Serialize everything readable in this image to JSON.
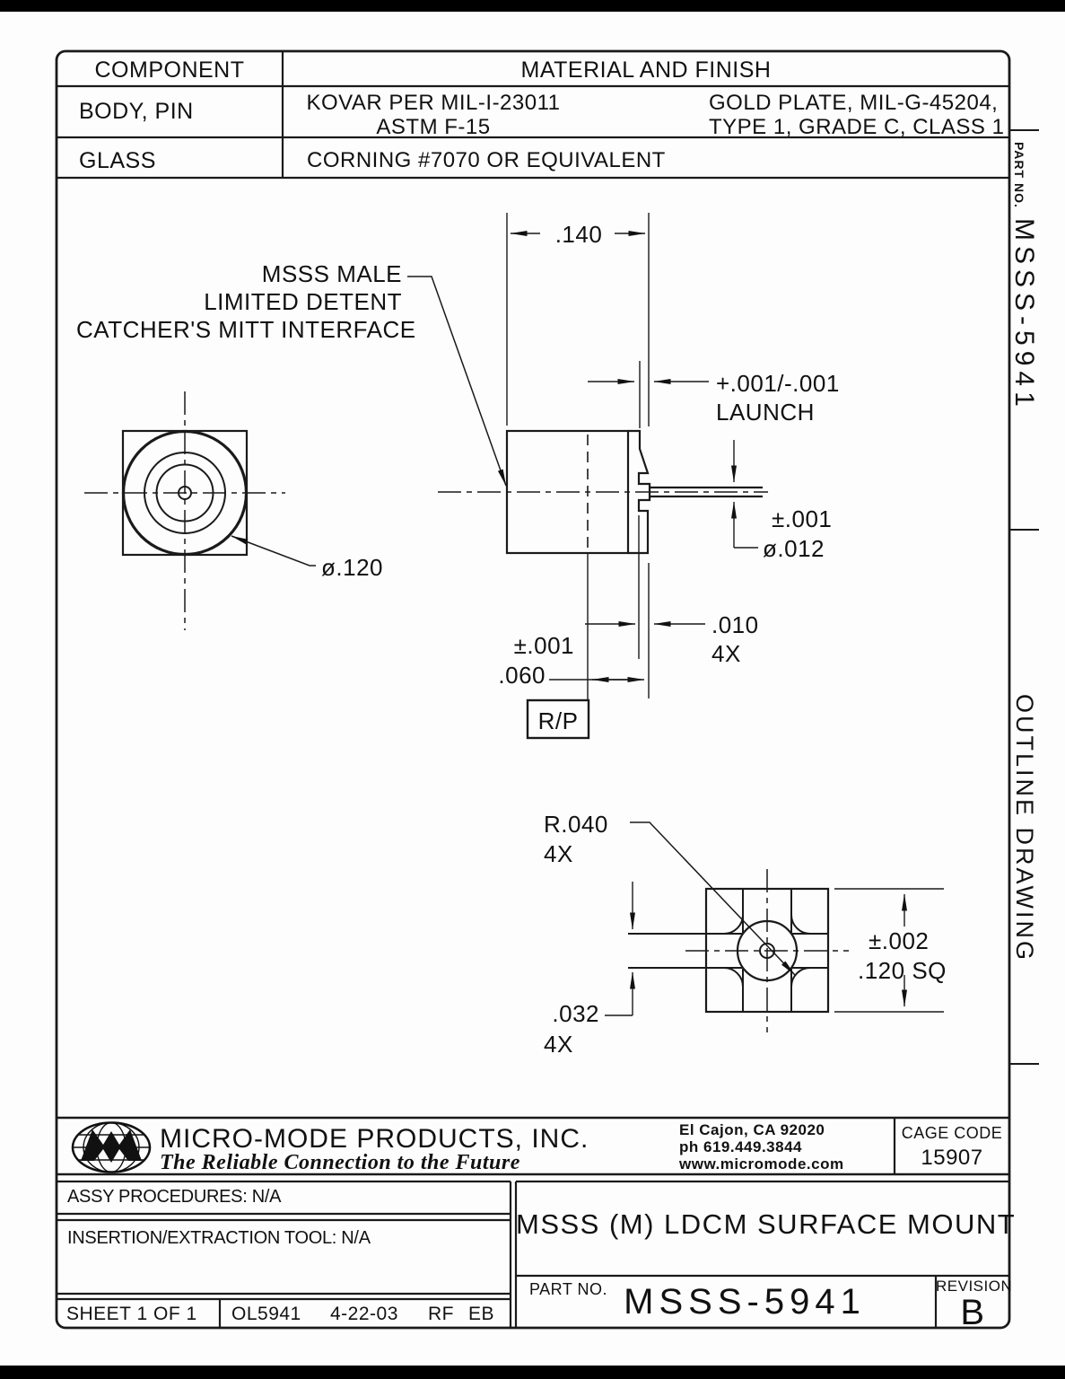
{
  "materials_table": {
    "component_header": "COMPONENT",
    "material_header": "MATERIAL AND FINISH",
    "rows": [
      {
        "component": "BODY, PIN",
        "material_a1": "KOVAR PER MIL-I-23011",
        "material_a2": "ASTM F-15",
        "material_b1": "GOLD PLATE, MIL-G-45204,",
        "material_b2": "TYPE 1, GRADE C, CLASS 1"
      },
      {
        "component": "GLASS",
        "material": "CORNING #7070 OR EQUIVALENT"
      }
    ]
  },
  "drawing": {
    "callout_line1": "MSSS MALE",
    "callout_line2": "LIMITED DETENT",
    "callout_line3": "CATCHER'S MITT INTERFACE",
    "dim_width": ".140",
    "launch_tol": "+.001/-.001",
    "launch_label": "LAUNCH",
    "pin_tol": "±.001",
    "pin_dia": "ø.012",
    "tab_dim": ".010",
    "tab_qty": "4X",
    "offset_tol": "±.001",
    "offset_dim": ".060",
    "rp_label": "R/P",
    "front_dia": "ø.120",
    "radius_dim": "R.040",
    "radius_qty": "4X",
    "slot_dim": ".032",
    "slot_qty": "4X",
    "sq_tol": "±.002",
    "sq_dim": ".120 SQ"
  },
  "margin": {
    "part_no_label": "PART NO.",
    "part_no": "MSSS-5941",
    "doc_type": "OUTLINE DRAWING"
  },
  "title_block": {
    "company": "MICRO-MODE PRODUCTS, INC.",
    "tagline": "The Reliable Connection to the Future",
    "address_line1": "El Cajon, CA  92020",
    "address_line2": "ph  619.449.3844",
    "address_line3": "www.micromode.com",
    "cage_code_label": "CAGE CODE",
    "cage_code": "15907",
    "assy_procedures": "ASSY PROCEDURES: N/A",
    "insertion_tool": "INSERTION/EXTRACTION TOOL: N/A",
    "sheet": "SHEET 1 OF 1",
    "doc_number": "OL5941",
    "date": "4-22-03",
    "initials_1": "RF",
    "initials_2": "EB",
    "title": "MSSS (M) LDCM SURFACE MOUNT",
    "part_no_label": "PART NO.",
    "part_no": "MSSS-5941",
    "revision_label": "REVISION",
    "revision": "B"
  }
}
